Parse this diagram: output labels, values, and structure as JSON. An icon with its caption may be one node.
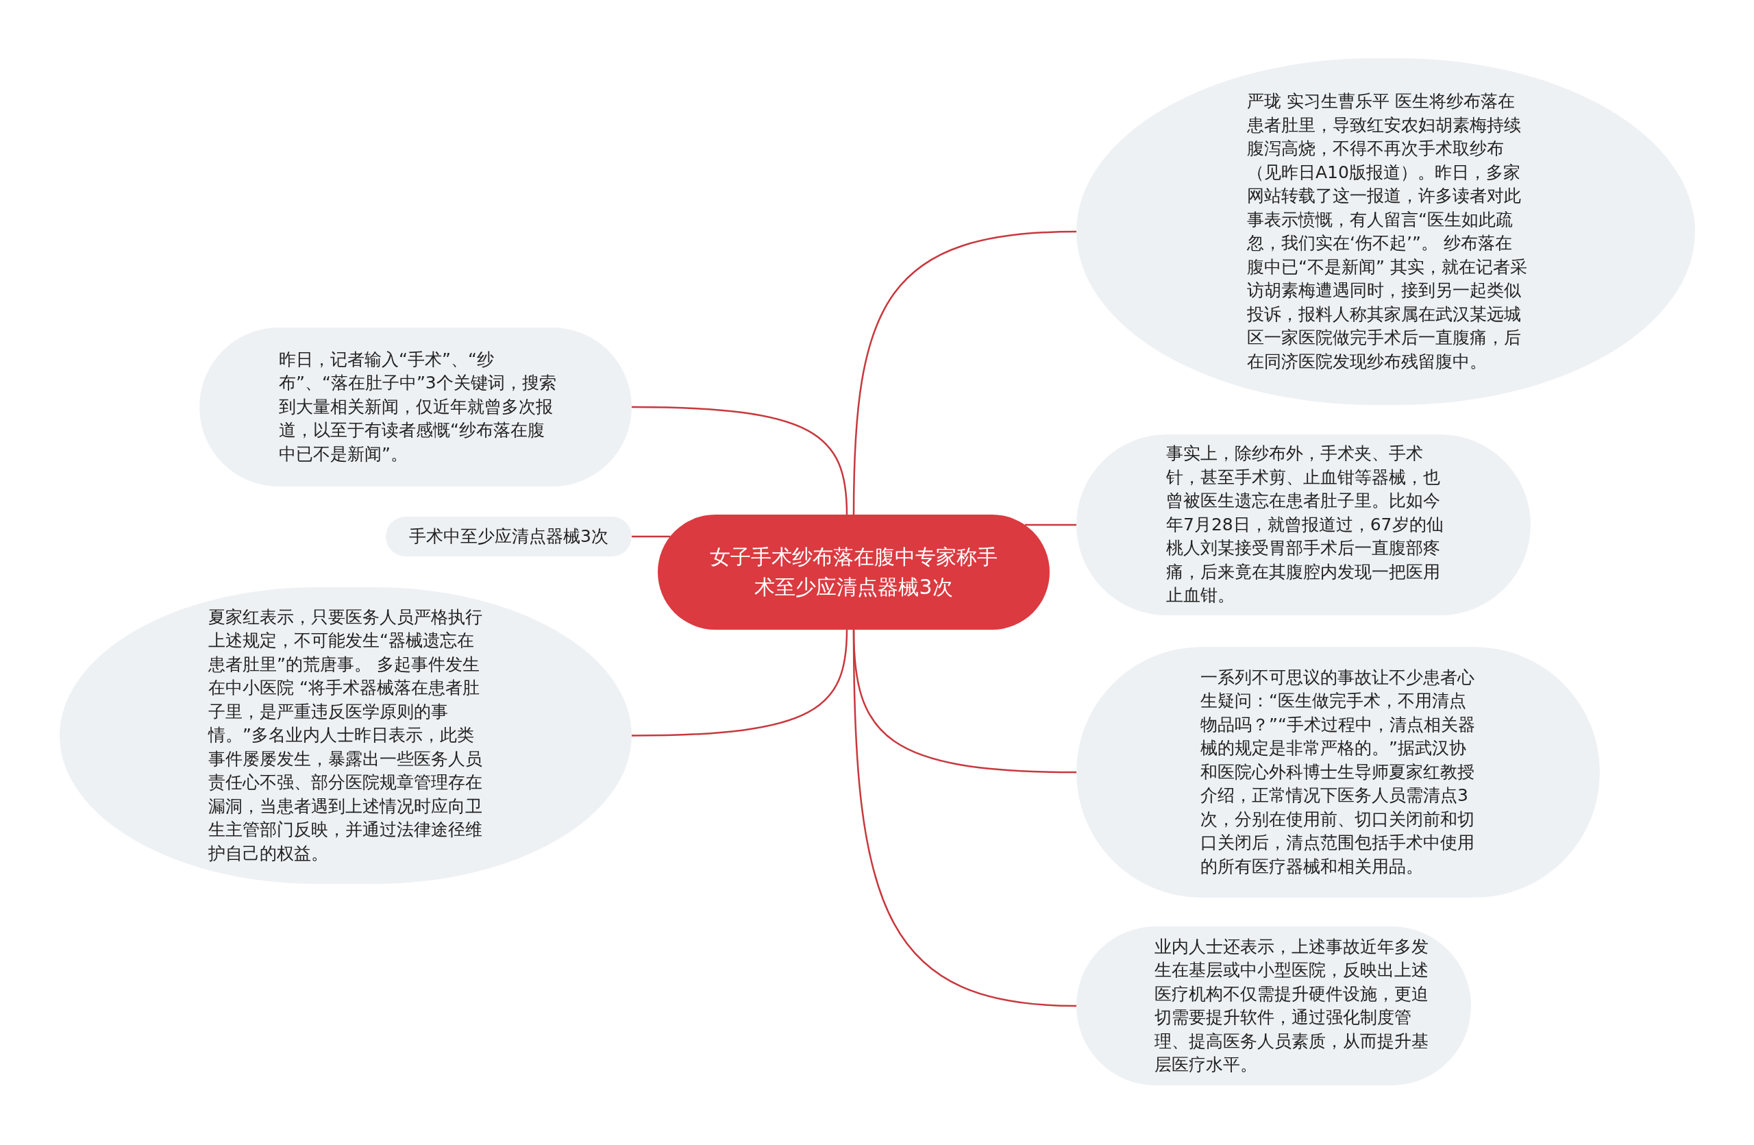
{
  "diagram": {
    "nodes": [
      {
        "text": [
          "女子手术纱布落在腹中专家称手术至少应清点器械3次"
        ]
      },
      {
        "text": [
          "严珑 实习生曹乐平 医生将纱布落在患者肚里，导致红安农妇胡素梅持续腹泻高烧，不得不再次手术取纱布（见昨日A10版报道）。昨日，多家网站转载了这一报道，许多读者对此事表示愤慨，有人留言“医生如此疏忽，我们实在‘伤不起’”。 纱布落在腹中已“不是新闻” 其实，就在记者采访胡素梅遭遇同时，接到另一起类似投诉，报料人称其家属在武汉某远城区一家医院做完手术后一直腹痛，后在同济医院发现纱布残留腹中。"
        ]
      },
      {
        "text": [
          "事实上，除纱布外，手术夹、手术针，甚至手术剪、止血钳等器械，也曾被医生遗忘在患者肚子里。比如今年7月28日，就曾报道过，67岁的仙桃人刘某接受胃部手术后一直腹部疼痛，后来竟在其腹腔内发现一把医用止血钳。"
        ]
      },
      {
        "text": [
          "一系列不可思议的事故让不少患者心生疑问：“医生做完手术，不用清点物品吗？”“手术过程中，清点相关器械的规定是非常严格的。”据武汉协和医院心外科博士生导师夏家红教授介绍，正常情况下医务人员需清点3次，分别在使用前、切口关闭前和切口关闭后，清点范围包括手术中使用的所有医疗器械和相关用品。"
        ]
      },
      {
        "text": [
          "业内人士还表示，上述事故近年多发生在基层或中小型医院，反映出上述医疗机构不仅需提升硬件设施，更迫切需要提升软件，通过强化制度管理、提高医务人员素质，从而提升基层医疗水平。"
        ]
      },
      {
        "text": [
          "昨日，记者输入“手术”、“纱布”、“落在肚子中”3个关键词，搜索到大量相关新闻，仅近年就曾多次报道，以至于有读者感慨“纱布落在腹中已不是新闻”。"
        ]
      },
      {
        "text": [
          "手术中至少应清点器械3次"
        ]
      },
      {
        "text": [
          "夏家红表示，只要医务人员严格执行上述规定，不可能发生“器械遗忘在患者肚里”的荒唐事。 多起事件发生在中小医院 “将手术器械落在患者肚子里，是严重违反医学原则的事情。”多名业内人士昨日表示，此类事件屡屡发生，暴露出一些医务人员责任心不强、部分医院规章管理存在漏洞，当患者遇到上述情况时应向卫生主管部门反映，并通过法律途径维护自己的权益。"
        ]
      }
    ],
    "edges": [
      {
        "from": 0,
        "to": 1,
        "arrow": "none"
      },
      {
        "from": 0,
        "to": 2,
        "arrow": "none"
      },
      {
        "from": 0,
        "to": 3,
        "arrow": "none"
      },
      {
        "from": 0,
        "to": 4,
        "arrow": "none"
      },
      {
        "from": 0,
        "to": 5,
        "arrow": "none"
      },
      {
        "from": 0,
        "to": 6,
        "arrow": "none"
      },
      {
        "from": 0,
        "to": 7,
        "arrow": "none"
      }
    ]
  }
}
